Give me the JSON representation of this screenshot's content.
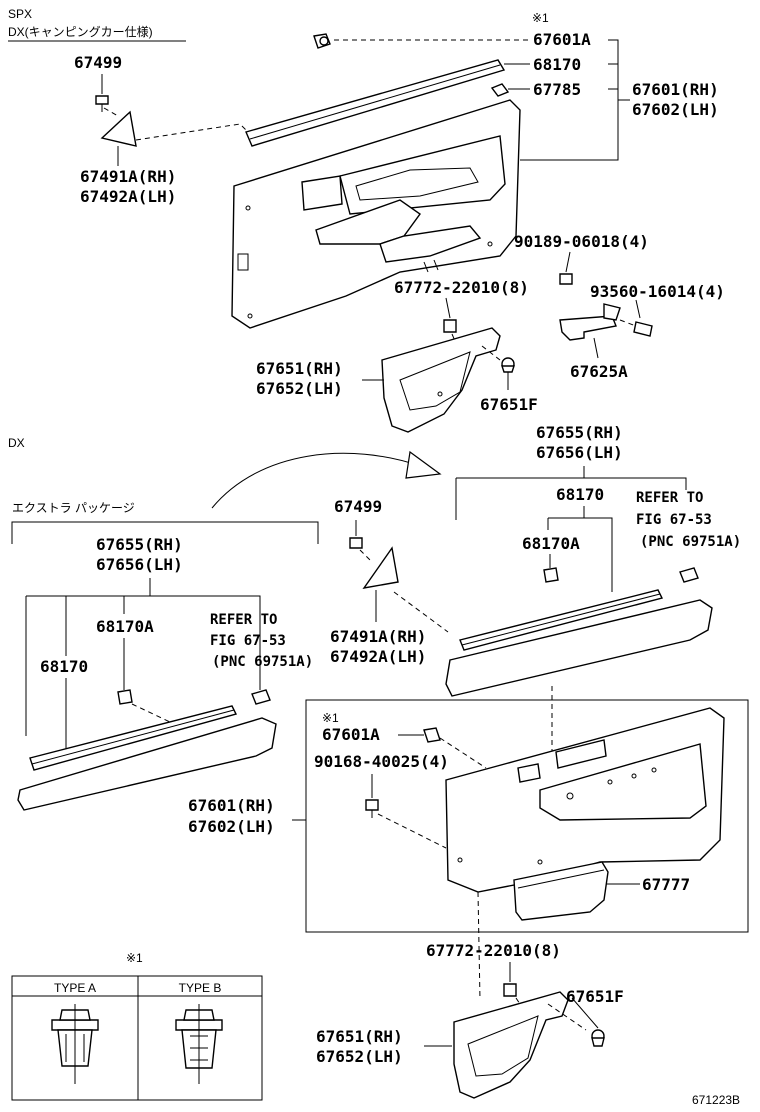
{
  "header": {
    "grade_line1": "SPX",
    "grade_line2": "DX(キャンピングカー仕様)",
    "dx_label": "DX",
    "extra_pkg": "エクストラ パッケージ",
    "note_mark_top": "※1",
    "note_mark_mid": "※1",
    "note_mark_box": "※1"
  },
  "top_section": {
    "p67601A": "67601A",
    "p68170": "68170",
    "p67785": "67785",
    "p67601": "67601(RH)",
    "p67602": "67602(LH)",
    "p67499": "67499",
    "p67491A": "67491A(RH)",
    "p67492A": "67492A(LH)",
    "p90189": "90189-06018(4)",
    "p67772": "67772-22010(8)",
    "p93560": "93560-16014(4)",
    "p67625A": "67625A",
    "p67651": "67651(RH)",
    "p67652": "67652(LH)",
    "p67651F": "67651F"
  },
  "mid_section": {
    "p67655": "67655(RH)",
    "p67656": "67656(LH)",
    "p68170": "68170",
    "p68170A": "68170A",
    "ref1": "REFER TO",
    "ref2": "FIG 67-53",
    "ref3": "(PNC 69751A)",
    "p67499": "67499",
    "p67491A": "67491A(RH)",
    "p67492A": "67492A(LH)"
  },
  "left_section": {
    "p67655": "67655(RH)",
    "p67656": "67656(LH)",
    "p68170A": "68170A",
    "p68170": "68170",
    "ref1": "REFER TO",
    "ref2": "FIG 67-53",
    "ref3": "(PNC 69751A)"
  },
  "lower_section": {
    "p67601A": "67601A",
    "p90168": "90168-40025(4)",
    "p67601": "67601(RH)",
    "p67602": "67602(LH)",
    "p67777": "67777",
    "p67772": "67772-22010(8)",
    "p67651F": "67651F",
    "p67651": "67651(RH)",
    "p67652": "67652(LH)"
  },
  "type_table": {
    "type_a": "TYPE A",
    "type_b": "TYPE B"
  },
  "footer": {
    "figure_code": "671223B"
  }
}
